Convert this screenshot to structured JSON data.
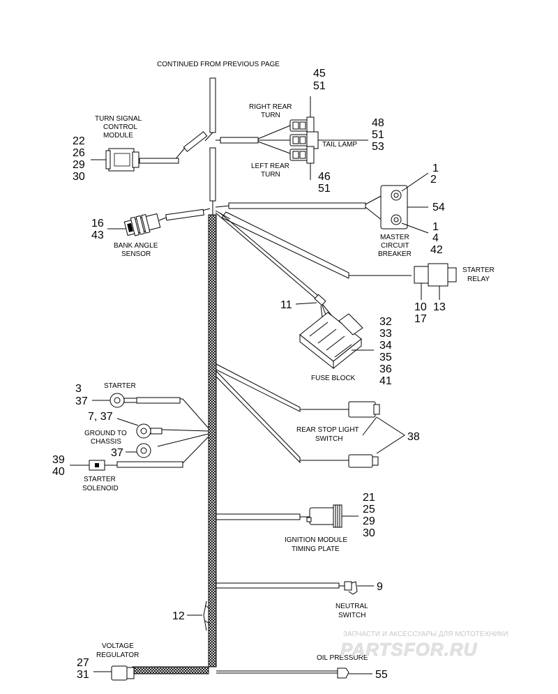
{
  "header": {
    "continued": "CONTINUED FROM PREVIOUS PAGE"
  },
  "components": {
    "right_rear_turn": {
      "line1": "RIGHT REAR",
      "line2": "TURN",
      "refs": [
        "45",
        "51"
      ]
    },
    "turn_signal_module": {
      "line1": "TURN SIGNAL",
      "line2": "CONTROL",
      "line3": "MODULE",
      "refs": [
        "22",
        "26",
        "29",
        "30"
      ]
    },
    "tail_lamp": {
      "label": "TAIL LAMP",
      "refs": [
        "48",
        "51",
        "53"
      ]
    },
    "left_rear_turn": {
      "line1": "LEFT REAR",
      "line2": "TURN",
      "refs": [
        "46",
        "51"
      ]
    },
    "master_circuit_breaker": {
      "line1": "MASTER",
      "line2": "CIRCUIT",
      "line3": "BREAKER",
      "refs_top": [
        "1",
        "2"
      ],
      "ref_side": "54",
      "refs_bottom": [
        "1",
        "4",
        "42"
      ]
    },
    "bank_angle_sensor": {
      "line1": "BANK ANGLE",
      "line2": "SENSOR",
      "refs": [
        "16",
        "43"
      ]
    },
    "starter_relay": {
      "line1": "STARTER",
      "line2": "RELAY",
      "refs_left": [
        "10",
        "17"
      ],
      "ref_right": "13"
    },
    "fuse_block": {
      "label": "FUSE BLOCK",
      "ref_lead": "11",
      "refs": [
        "32",
        "33",
        "34",
        "35",
        "36",
        "41"
      ]
    },
    "starter": {
      "label": "STARTER",
      "refs": [
        "3",
        "37"
      ]
    },
    "ground": {
      "line1": "GROUND TO",
      "line2": "CHASSIS",
      "ref_upper": "7, 37",
      "ref_lower": "37"
    },
    "starter_solenoid": {
      "line1": "STARTER",
      "line2": "SOLENOID",
      "refs": [
        "39",
        "40"
      ]
    },
    "rear_stop_light_switch": {
      "line1": "REAR STOP LIGHT",
      "line2": "SWITCH",
      "ref": "38"
    },
    "ignition_module": {
      "line1": "IGNITION MODULE",
      "line2": "TIMING PLATE",
      "refs": [
        "21",
        "25",
        "29",
        "30"
      ]
    },
    "neutral_switch": {
      "line1": "NEUTRAL",
      "line2": "SWITCH",
      "ref": "9"
    },
    "harness_clip": {
      "ref": "12"
    },
    "voltage_regulator": {
      "line1": "VOLTAGE",
      "line2": "REGULATOR",
      "refs": [
        "27",
        "31"
      ]
    },
    "oil_pressure": {
      "label": "OIL PRESSURE",
      "ref": "55"
    }
  },
  "watermark": {
    "top": "ЗАПЧАСТИ И АКСЕССУАРЫ ДЛЯ МОТОТЕХНИКИ",
    "main": "PARTSFOR.RU"
  }
}
